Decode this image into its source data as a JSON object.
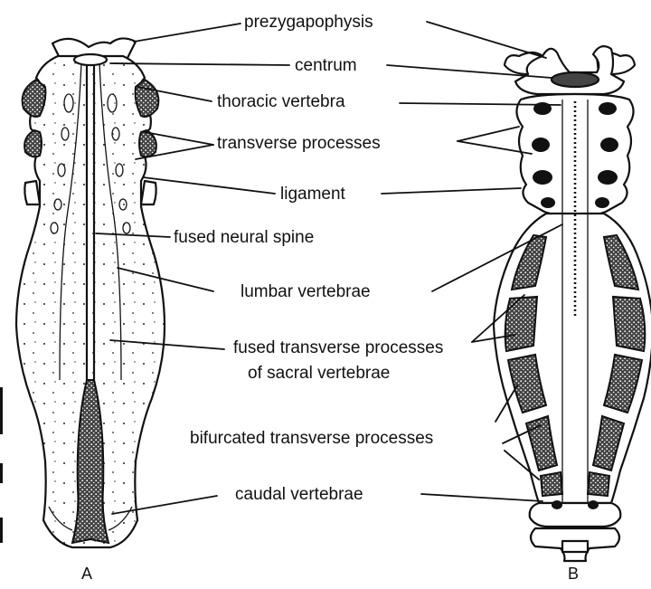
{
  "labels": {
    "prezygapophysis": "prezygapophysis",
    "centrum": "centrum",
    "thoracic_vertebra": "thoracic vertebra",
    "transverse_processes": "transverse processes",
    "ligament": "ligament",
    "fused_neural_spine": "fused neural spine",
    "lumbar_vertebrae": "lumbar vertebrae",
    "fused_transverse_processes_line1": "fused transverse processes",
    "fused_transverse_processes_line2": "of sacral vertebrae",
    "bifurcated_transverse_processes": "bifurcated transverse processes",
    "caudal_vertebrae": "caudal vertebrae"
  },
  "panels": {
    "a": "A",
    "b": "B"
  }
}
